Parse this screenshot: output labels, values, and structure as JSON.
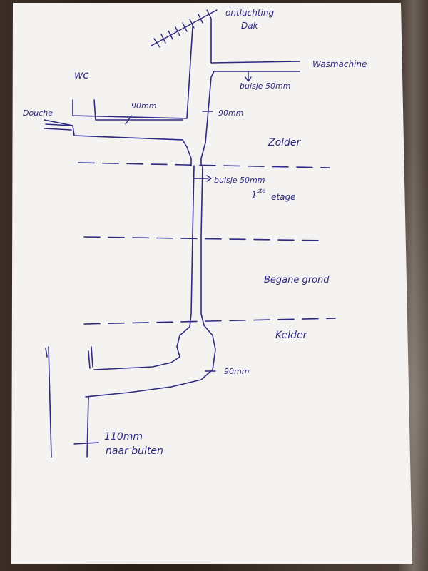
{
  "labels": {
    "ontluchting": "ontluchting",
    "dak": "Dak",
    "wasmachine": "Wasmachine",
    "buisje_top": "buisje 50mm",
    "wc": "wc",
    "pipe_90_left": "90mm",
    "pipe_90_right": "90mm",
    "douche": "Douche",
    "zolder": "Zolder",
    "buisje_mid": "buisje 50mm",
    "etage_prefix": "1",
    "etage_sup": "ste",
    "etage_suffix": "etage",
    "begane_grond": "Begane grond",
    "kelder": "Kelder",
    "pipe_90_bottom": "90mm",
    "outlet_size": "110mm",
    "outlet_dest": "naar buiten"
  },
  "colors": {
    "ink": "#2e2a82",
    "paper": "#f4f3f1"
  }
}
